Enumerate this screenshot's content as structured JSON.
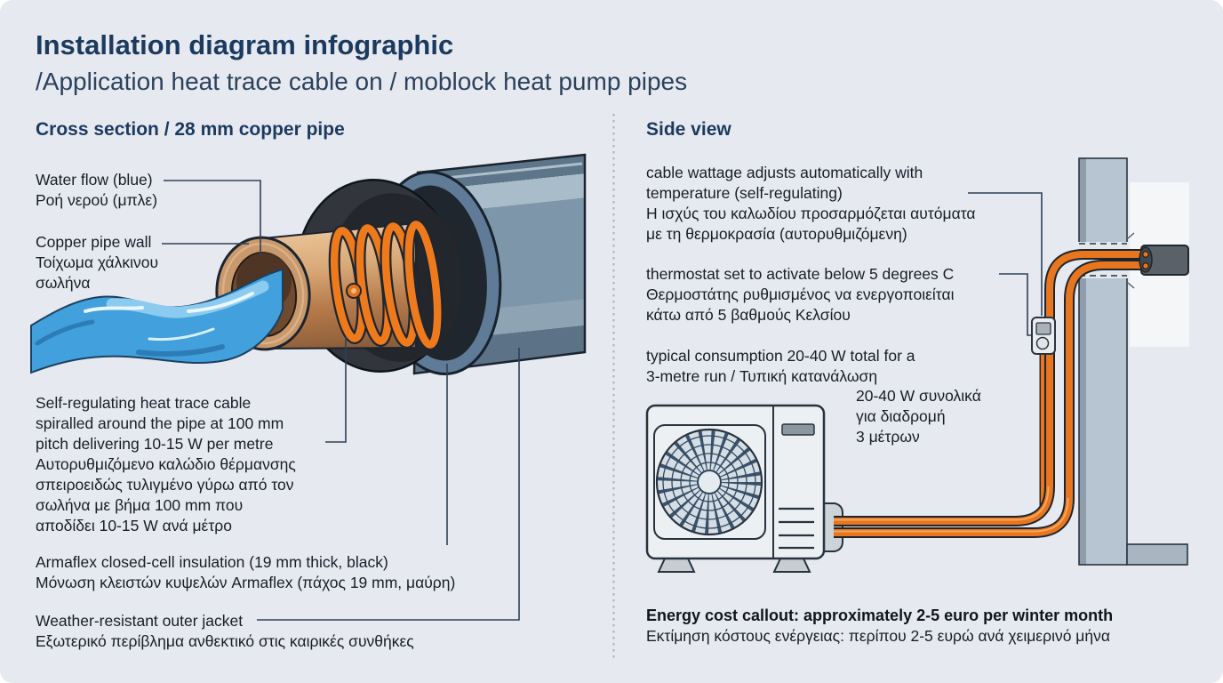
{
  "header": {
    "title": "Installation diagram infographic",
    "subtitle": "/Application heat trace cable on / moblock heat pump pipes"
  },
  "cross_section": {
    "heading": "Cross section / 28 mm copper pipe",
    "water_flow": {
      "en": "Water flow (blue)",
      "el": "Ροή νερού (μπλε)"
    },
    "copper_wall": {
      "en": "Copper pipe wall",
      "el_line1": "Τοίχωμα χάλκινου",
      "el_line2": "σωλήνα"
    },
    "heat_trace": {
      "en_line1": "Self-regulating heat trace cable",
      "en_line2": "spiralled around the pipe at 100 mm",
      "en_line3": "pitch delivering 10-15 W per metre",
      "el_line1": "Αυτορυθμιζόμενο καλώδιο θέρμανσης",
      "el_line2": "σπειροειδώς τυλιγμένο γύρω από τον",
      "el_line3": "σωλήνα με βήμα 100 mm που",
      "el_line4": "αποδίδει 10-15 W ανά μέτρο"
    },
    "insulation": {
      "en": "Armaflex closed-cell insulation (19 mm thick, black)",
      "el": "Μόνωση κλειστών κυψελών Armaflex (πάχος 19 mm, μαύρη)"
    },
    "outer_jacket": {
      "en": "Weather-resistant outer jacket",
      "el": "Εξωτερικό περίβλημα ανθεκτικό στις καιρικές συνθήκες"
    }
  },
  "side_view": {
    "heading": "Side view",
    "wattage": {
      "en_line1": "cable wattage adjusts automatically with",
      "en_line2": "temperature (self-regulating)",
      "el_line1": "Η ισχύς του καλωδίου προσαρμόζεται αυτόματα",
      "el_line2": "με τη θερμοκρασία (αυτορυθμιζόμενη)"
    },
    "thermostat": {
      "en": "thermostat set to activate below 5 degrees C",
      "el_line1": "Θερμοστάτης ρυθμισμένος να ενεργοποιείται",
      "el_line2": "κάτω από 5 βαθμούς Κελσίου"
    },
    "consumption": {
      "en_line1": "typical consumption 20-40 W total for a",
      "en_line2": "3-metre run / Τυπική κατανάλωση",
      "el_line1": "20-40 W συνολικά",
      "el_line2": "για διαδρομή",
      "el_line3": "3 μέτρων"
    },
    "energy": {
      "en": "Energy cost callout: approximately 2-5 euro per winter month",
      "el": "Εκτίμηση κόστους ενέργειας: περίπου 2-5 ευρώ ανά χειμερινό μήνα"
    }
  },
  "colors": {
    "background": "#e7e9f0",
    "heading_navy": "#1b3a5f",
    "label_text": "#171e29",
    "water_blue": "#42a0dc",
    "copper": "#c88f5d",
    "cable_orange": "#ef7a1b",
    "insulation_black": "#2b2e33",
    "jacket_blue_gray": "#7e96aa",
    "wall_gray": "#b7c4d2"
  }
}
